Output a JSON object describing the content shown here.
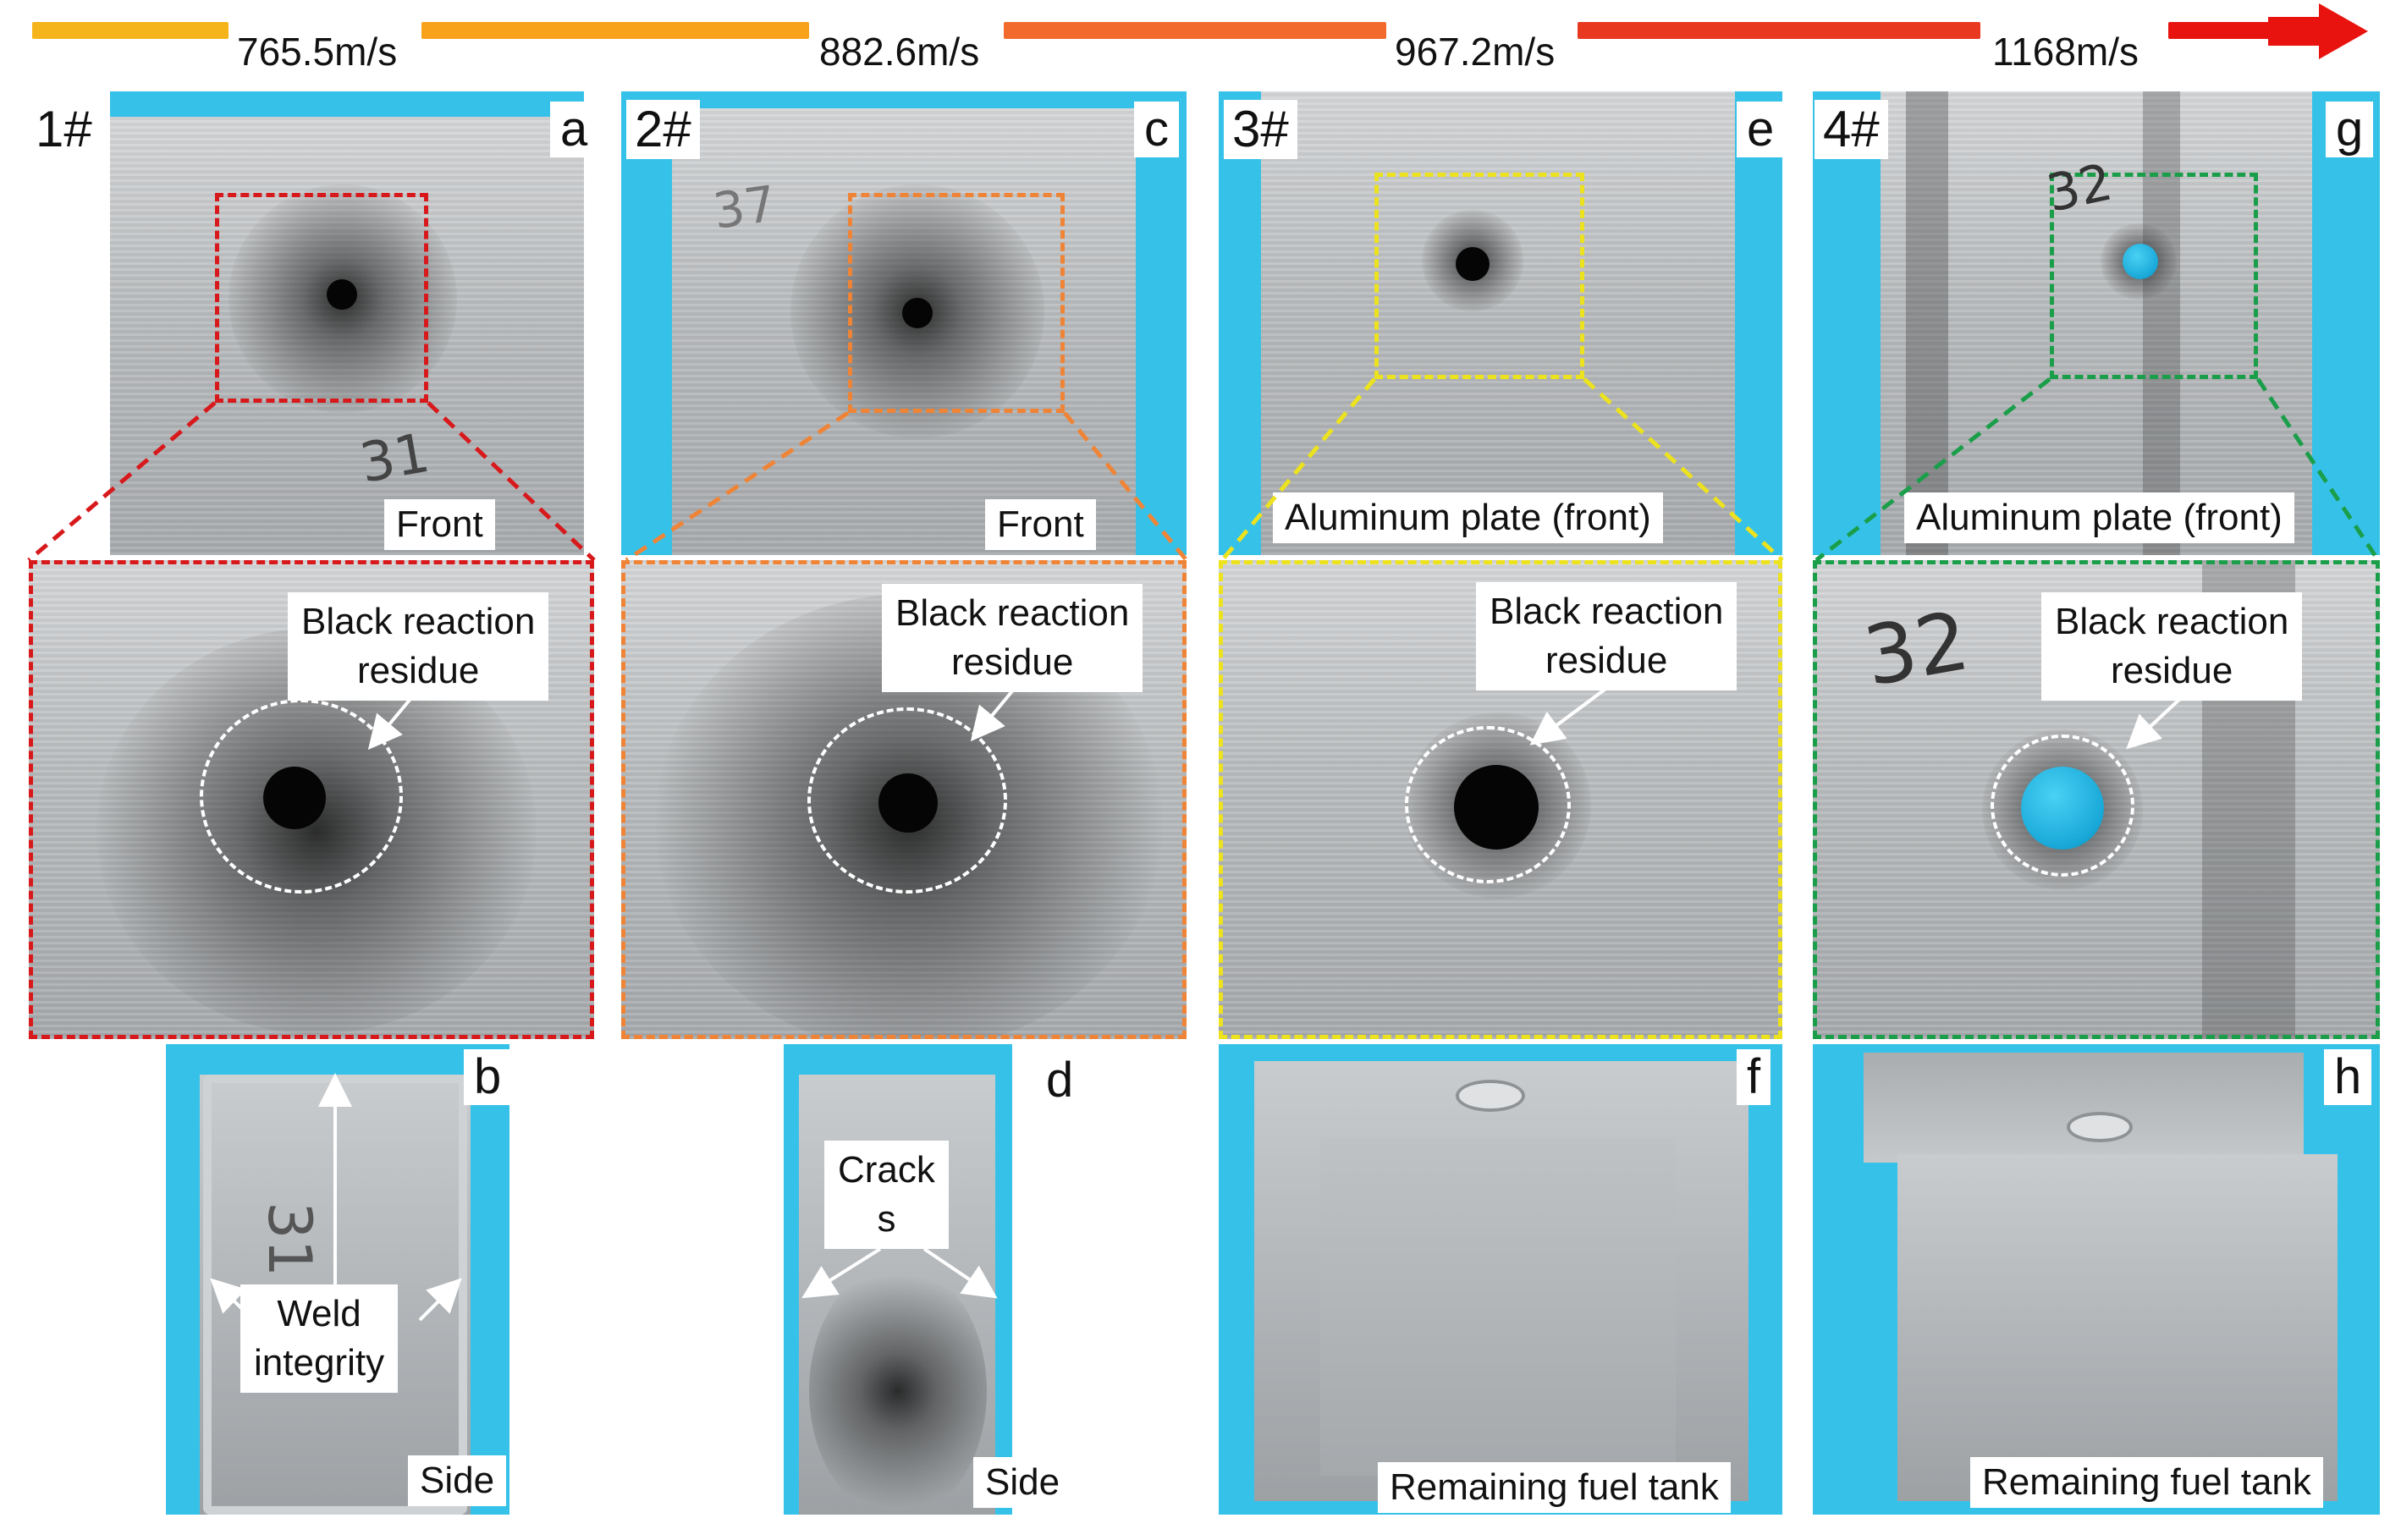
{
  "velocities": [
    "765.5m/s",
    "882.6m/s",
    "967.2m/s",
    "1168m/s"
  ],
  "colors": {
    "bar": [
      "#f6b41b",
      "#f7a21a",
      "#f26a2c",
      "#e8381f",
      "#e8130f"
    ],
    "panel1": "#d7191c",
    "panel2": "#ef8436",
    "panel3": "#ece21e",
    "panel4": "#1b9e4a",
    "background": "#36c2e8"
  },
  "panels": [
    {
      "number": "1#",
      "top_letter": "a",
      "top_label": "Front",
      "callout": [
        "Black reaction",
        "residue"
      ],
      "bottom_letter": "b",
      "bottom_label": "Side",
      "bottom_callout": [
        "Weld",
        "integrity"
      ],
      "handwriting": "31"
    },
    {
      "number": "2#",
      "top_letter": "c",
      "top_label": "Front",
      "callout": [
        "Black reaction",
        "residue"
      ],
      "bottom_letter": "d",
      "bottom_label": "Side",
      "bottom_callout": [
        "Crack",
        "s"
      ],
      "handwriting": "37"
    },
    {
      "number": "3#",
      "top_letter": "e",
      "top_label": "Aluminum plate (front)",
      "callout": [
        "Black reaction",
        "residue"
      ],
      "bottom_letter": "f",
      "bottom_label": "Remaining fuel tank"
    },
    {
      "number": "4#",
      "top_letter": "g",
      "top_label": "Aluminum plate (front)",
      "callout": [
        "Black reaction",
        "residue"
      ],
      "bottom_letter": "h",
      "bottom_label": "Remaining fuel tank",
      "handwriting": "32"
    }
  ]
}
